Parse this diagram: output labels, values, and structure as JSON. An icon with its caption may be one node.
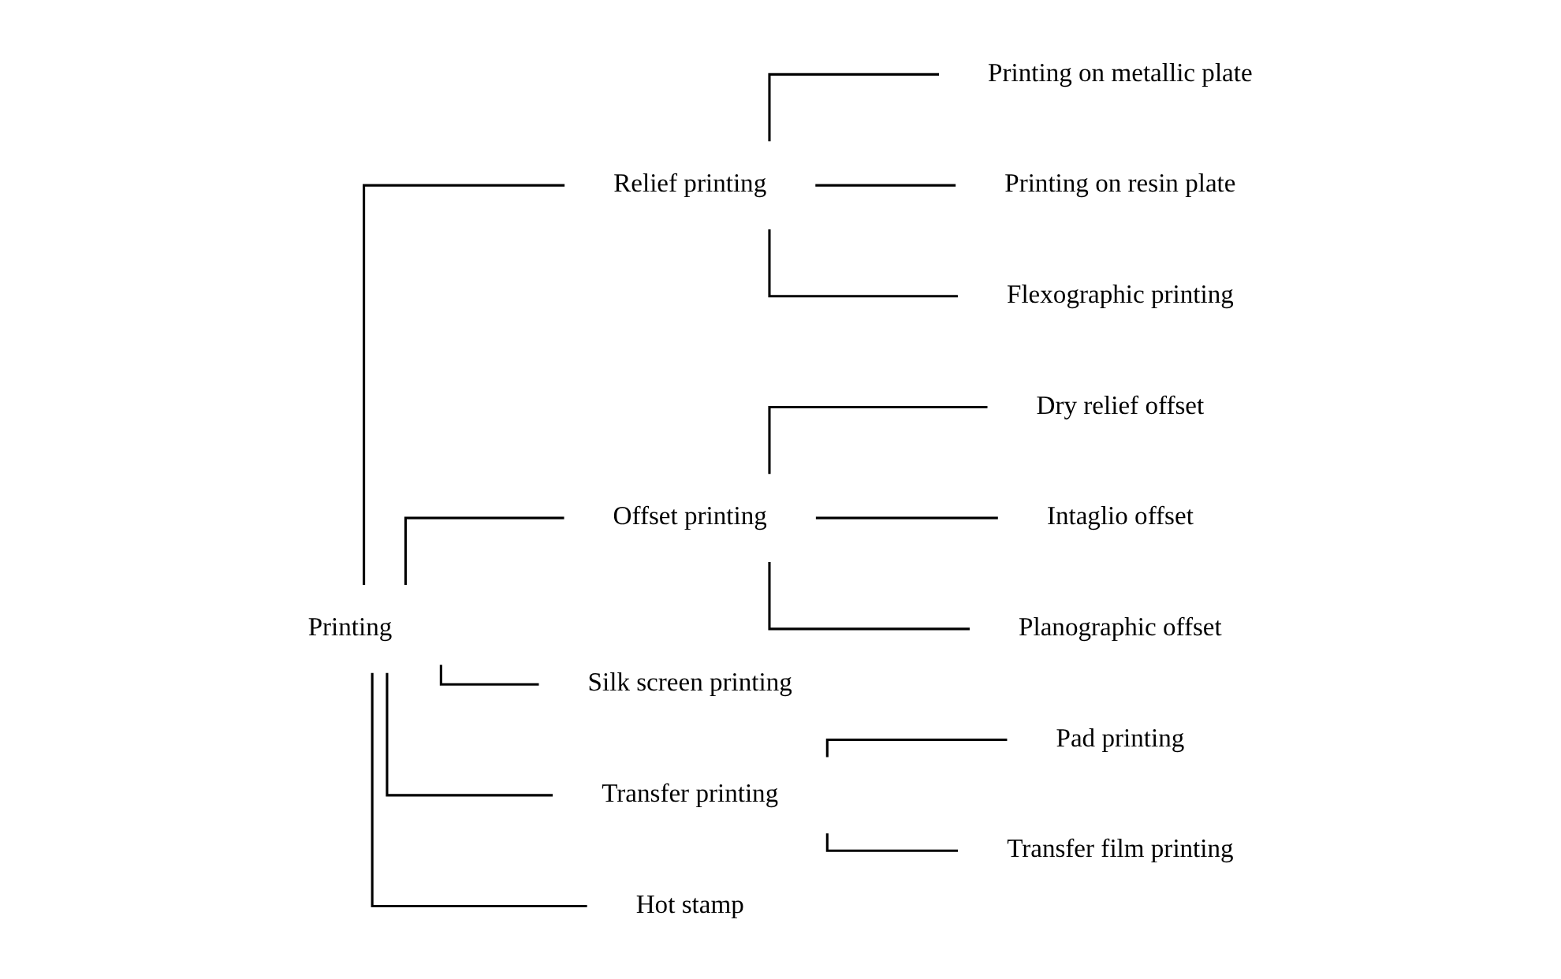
{
  "diagram": {
    "nodes": [
      {
        "text": [
          "Printing"
        ]
      },
      {
        "text": [
          "Relief printing"
        ]
      },
      {
        "text": [
          "Printing on metallic plate"
        ]
      },
      {
        "text": [
          "Printing on resin plate"
        ]
      },
      {
        "text": [
          "Flexographic printing"
        ]
      },
      {
        "text": [
          "Offset printing"
        ]
      },
      {
        "text": [
          "Dry relief offset"
        ]
      },
      {
        "text": [
          "Intaglio offset"
        ]
      },
      {
        "text": [
          "Planographic offset"
        ]
      },
      {
        "text": [
          "Silk screen printing"
        ]
      },
      {
        "text": [
          "Transfer printing"
        ]
      },
      {
        "text": [
          "Pad printing"
        ]
      },
      {
        "text": [
          "Transfer film printing"
        ]
      },
      {
        "text": [
          "Hot stamp"
        ]
      }
    ],
    "edges": [
      {
        "from": 0,
        "to": 1,
        "arrow": "none"
      },
      {
        "from": 0,
        "to": 5,
        "arrow": "none"
      },
      {
        "from": 0,
        "to": 9,
        "arrow": "none"
      },
      {
        "from": 0,
        "to": 10,
        "arrow": "none"
      },
      {
        "from": 0,
        "to": 13,
        "arrow": "none"
      },
      {
        "from": 1,
        "to": 2,
        "arrow": "none"
      },
      {
        "from": 1,
        "to": 3,
        "arrow": "none"
      },
      {
        "from": 1,
        "to": 4,
        "arrow": "none"
      },
      {
        "from": 5,
        "to": 6,
        "arrow": "none"
      },
      {
        "from": 5,
        "to": 7,
        "arrow": "none"
      },
      {
        "from": 5,
        "to": 8,
        "arrow": "none"
      },
      {
        "from": 10,
        "to": 11,
        "arrow": "none"
      },
      {
        "from": 10,
        "to": 12,
        "arrow": "none"
      }
    ]
  }
}
